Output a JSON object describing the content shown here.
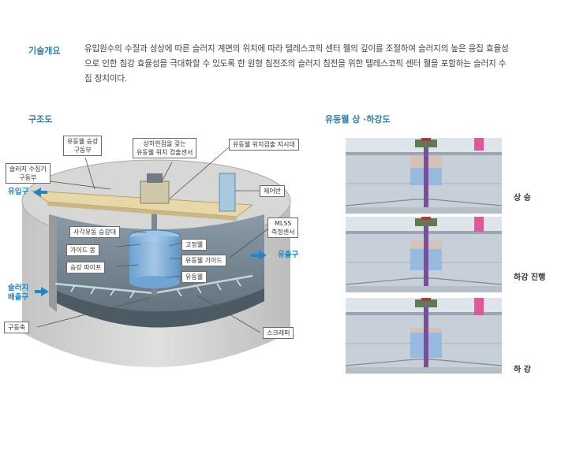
{
  "overview": {
    "label": "기술개요",
    "lines": [
      "유입원수의 수질과 성상에 따른 슬러지 계면의 위치에 따라 텔레스코픽 센터 웰의 깊이를 조절하여 슬러지의 높은 응집 효율성",
      "으로 인한 침강 효율성을 극대화할 수 있도록 한 원형 침전조의 슬러지 침전을 위한 텔레스코픽 센터 웰을 포함하는 슬러지 수",
      "집 장치이다."
    ]
  },
  "structure": {
    "title": "구조도",
    "callouts": {
      "sludge_collector_drive": [
        "슬러지 수집기",
        "구동부"
      ],
      "well_lift_drive": [
        "유동웰 승강",
        "구동부"
      ],
      "position_sensor": [
        "상하한점을 갖는",
        "유동웰 위치 검출센서"
      ],
      "position_indicator": "유동웰 위치검출 지시대",
      "control_panel": "제어반",
      "mlss_sensor": [
        "MLSS",
        "측정센서"
      ],
      "square_guide": "사각유동 승강대",
      "fixed_well": "고정웰",
      "guide_rod": "가이드 봉",
      "well_guide": "유동웰 가이드",
      "lift_pipe": "승강 파이프",
      "moving_well": "유동웰",
      "drive_shaft": "구동축",
      "scraper": "스크래퍼"
    },
    "flows": {
      "inlet": "유입구",
      "outlet": "유출구",
      "sludge_outlet": [
        "슬러지",
        "배출구"
      ]
    }
  },
  "motion": {
    "title": "유동웰 상 ·하강도",
    "states": [
      "상 승",
      "하강 진행",
      "하 강"
    ],
    "well_positions": [
      0.0,
      0.5,
      1.0
    ]
  },
  "colors": {
    "accent": "#2f7fa8",
    "flow_blue": "#1f86c8",
    "indicator_pink": "#e0589a",
    "well_blue": "#8fb6e0",
    "well_tan": "#d9c0b2"
  }
}
